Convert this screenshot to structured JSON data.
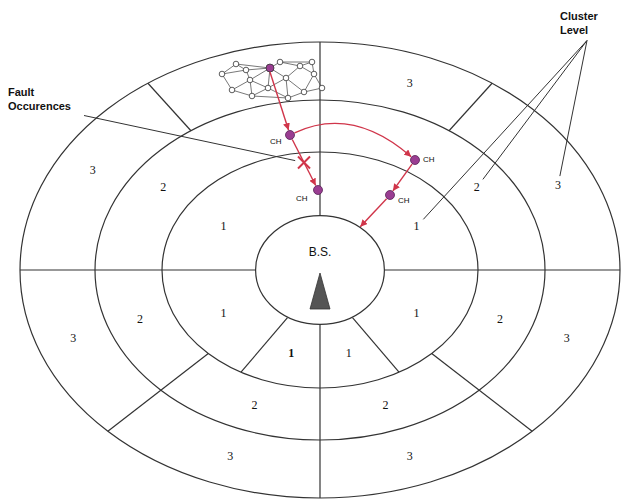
{
  "diagram": {
    "nodes": [
      {
        "text": [
          "CH"
        ]
      },
      {
        "text": [
          "CH"
        ]
      },
      {
        "text": [
          "CH"
        ]
      },
      {
        "text": [
          "CH"
        ]
      },
      {
        "text": [
          "B.S."
        ]
      }
    ],
    "edges": [
      {
        "from": 0,
        "to": 2,
        "arrow": "to"
      },
      {
        "from": 0,
        "to": 1,
        "arrow": "to"
      },
      {
        "from": 1,
        "to": 3,
        "arrow": "to"
      },
      {
        "from": 3,
        "to": 4,
        "arrow": "to"
      }
    ],
    "labels": [
      "Cluster Level",
      "Fault Occurences",
      "3",
      "3",
      "3",
      "3",
      "3",
      "3",
      "3",
      "2",
      "2",
      "2",
      "2",
      "2",
      "2",
      "1",
      "1",
      "1",
      "1",
      "1",
      "1"
    ]
  }
}
